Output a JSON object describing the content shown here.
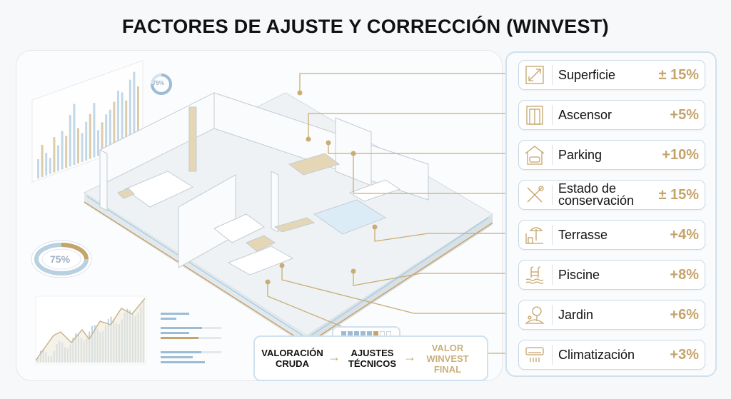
{
  "title": "FACTORES DE AJUSTE Y CORRECCIÓN (WINVEST)",
  "colors": {
    "accent_gold": "#c4a46a",
    "accent_blue": "#9dbcd4",
    "text": "#111111"
  },
  "factors": [
    {
      "label": "Superficie",
      "value": "± 15%",
      "icon": "resize-diagonal-icon"
    },
    {
      "label": "Ascensor",
      "value": "+5%",
      "icon": "elevator-icon"
    },
    {
      "label": "Parking",
      "value": "+10%",
      "icon": "garage-car-icon"
    },
    {
      "label": "Estado de conservación",
      "value": "± 15%",
      "icon": "tools-icon"
    },
    {
      "label": "Terrasse",
      "value": "+4%",
      "icon": "terrace-umbrella-icon"
    },
    {
      "label": "Piscine",
      "value": "+8%",
      "icon": "pool-ladder-icon"
    },
    {
      "label": "Jardin",
      "value": "+6%",
      "icon": "tree-garden-icon"
    },
    {
      "label": "Climatización",
      "value": "+3%",
      "icon": "air-conditioner-icon"
    }
  ],
  "flow": {
    "steps": [
      "VALORACIÓN CRUDA",
      "AJUSTES TÉCNICOS",
      "VALOR WINVEST FINAL"
    ],
    "arrow": "→"
  },
  "decor": {
    "donut_small": "75%",
    "donut_large": "75%",
    "donut_level": 0.75
  }
}
